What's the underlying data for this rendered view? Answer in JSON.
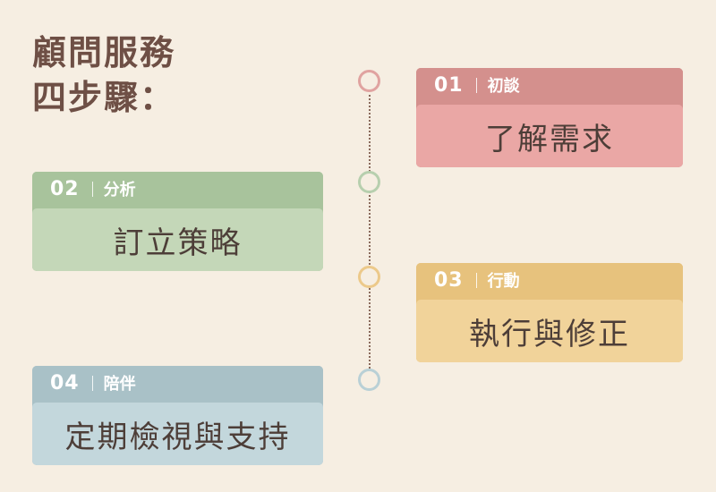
{
  "title": {
    "line1": "顧問服務",
    "line2": "四步驟："
  },
  "colors": {
    "background": "#f6eee2",
    "title": "#6e4f45",
    "timeline": "#8a6a5c"
  },
  "steps": [
    {
      "number": "01",
      "tag": "初談",
      "text": "了解需求",
      "side": "right",
      "head_color": "#d4908d",
      "body_color": "#eaa7a5"
    },
    {
      "number": "02",
      "tag": "分析",
      "text": "訂立策略",
      "side": "left",
      "head_color": "#a8c39c",
      "body_color": "#c4d7b8"
    },
    {
      "number": "03",
      "tag": "行動",
      "text": "執行與修正",
      "side": "right",
      "head_color": "#e7c27d",
      "body_color": "#f1d39a"
    },
    {
      "number": "04",
      "tag": "陪伴",
      "text": "定期檢視與支持",
      "side": "left",
      "head_color": "#a9c1c7",
      "body_color": "#c3d7dc"
    }
  ]
}
